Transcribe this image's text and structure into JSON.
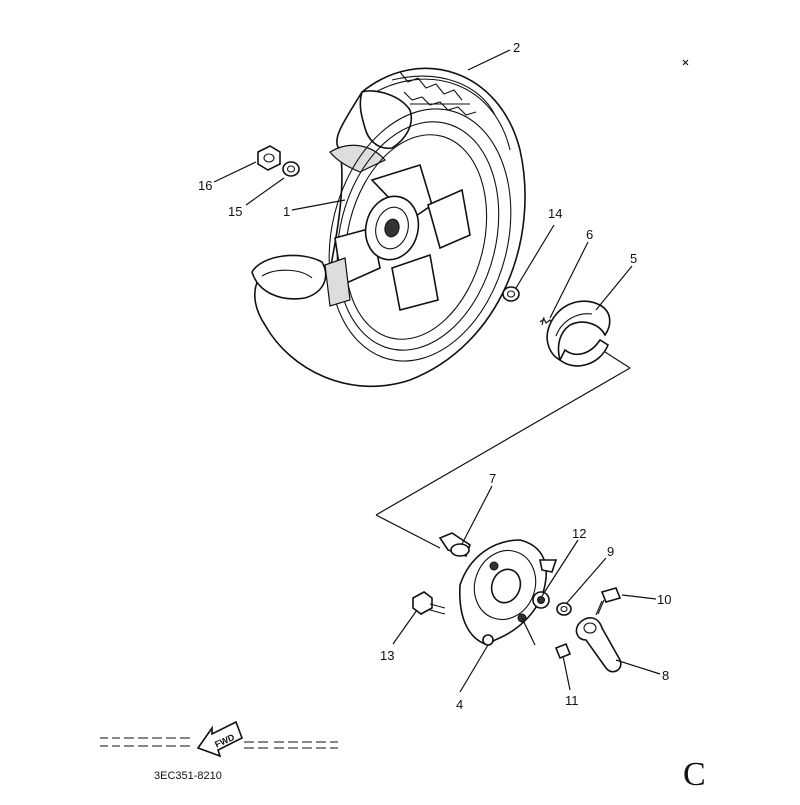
{
  "diagram": {
    "callouts": [
      {
        "id": "1",
        "label": "1"
      },
      {
        "id": "2",
        "label": "2"
      },
      {
        "id": "4",
        "label": "4"
      },
      {
        "id": "5",
        "label": "5"
      },
      {
        "id": "6",
        "label": "6"
      },
      {
        "id": "7",
        "label": "7"
      },
      {
        "id": "8",
        "label": "8"
      },
      {
        "id": "9",
        "label": "9"
      },
      {
        "id": "10",
        "label": "10"
      },
      {
        "id": "11",
        "label": "11"
      },
      {
        "id": "12",
        "label": "12"
      },
      {
        "id": "13",
        "label": "13"
      },
      {
        "id": "14",
        "label": "14"
      },
      {
        "id": "15",
        "label": "15"
      },
      {
        "id": "16",
        "label": "16"
      }
    ],
    "fwd_label": "FWD",
    "code": "3EC351-8210",
    "page_letter": "C"
  }
}
